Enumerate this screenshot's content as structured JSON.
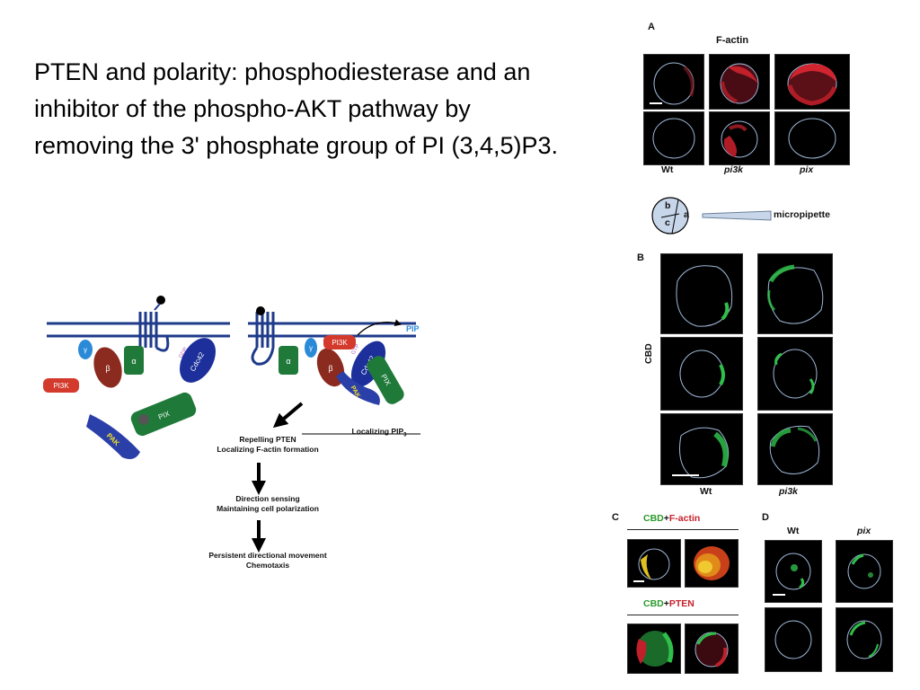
{
  "slide": {
    "title": "PTEN and polarity: phosphodiesterase and an inhibitor of the phospho-AKT pathway by removing the 3' phosphate group of PI (3,4,5)P3."
  },
  "diagram": {
    "pip_label": "PIP",
    "pi3k_label": "PI3K",
    "alpha_label": "α",
    "beta_label": "β",
    "gamma_label": "γ",
    "cdc42_label": "Cdc42",
    "gdp_label": "GDP",
    "gtp_label": "GTP",
    "pix_label": "PIX",
    "pak_label": "PAK",
    "localizing_pip3": "Localizing PIP",
    "pip3_sub": "3",
    "repelling_line1": "Repelling  PTEN",
    "repelling_line2": "Localizing F-actin formation",
    "direction_line1": "Direction sensing",
    "direction_line2": "Maintaining cell polarization",
    "persistent_line1": "Persistent directional movement",
    "persistent_line2": "Chemotaxis"
  },
  "figure": {
    "panel_a": {
      "letter": "A",
      "header": "F-actin",
      "columns": [
        "Wt",
        "pi3k",
        "pix"
      ],
      "sector_b": "b",
      "sector_a": "a",
      "sector_c": "c",
      "micropipette": "micropipette"
    },
    "panel_b": {
      "letter": "B",
      "row_label": "CBD",
      "columns": [
        "Wt",
        "pi3k"
      ]
    },
    "panel_c": {
      "letter": "C",
      "header1_green": "CBD",
      "header1_plus": "+",
      "header1_red": "F-actin",
      "header2_green": "CBD",
      "header2_plus": "+",
      "header2_red": "PTEN"
    },
    "panel_d": {
      "letter": "D",
      "columns": [
        "Wt",
        "pix"
      ]
    }
  },
  "colors": {
    "membrane": "#1e3a8a",
    "pi3k": "#d33a2c",
    "cdc42": "#1c2f9a",
    "beta": "#8b2a1f",
    "green_protein": "#1f7a3a",
    "cell_outline": "#9fb8d8",
    "factin_red": "#c0202a",
    "cbd_green": "#2fbf4a",
    "caption_green": "#2a9a2a",
    "caption_red": "#c8202a"
  }
}
